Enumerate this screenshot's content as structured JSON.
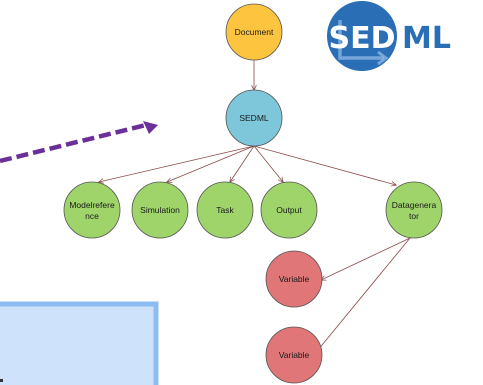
{
  "diagram": {
    "nodes": {
      "document": {
        "label": "Document",
        "color": "#fdc440"
      },
      "sedml": {
        "label": "SEDML",
        "color": "#7ec6d9"
      },
      "modelreference": {
        "label_lines": [
          "Modelrefere",
          "nce"
        ],
        "color": "#9fd46b"
      },
      "simulation": {
        "label": "Simulation",
        "color": "#9fd46b"
      },
      "task": {
        "label": "Task",
        "color": "#9fd46b"
      },
      "output": {
        "label": "Output",
        "color": "#9fd46b"
      },
      "datagenerator": {
        "label_lines": [
          "Datagenera",
          "tor"
        ],
        "color": "#9fd46b"
      },
      "variable_1": {
        "label": "Variable",
        "color": "#e07677"
      },
      "variable_2": {
        "label": "Variable",
        "color": "#e07677"
      }
    },
    "edge_color": "#8a4a4a",
    "pointer_color": "#6b2f9a"
  },
  "logo": {
    "text_left": "SED",
    "text_right": "ML",
    "circle_color": "#2a6eb5",
    "right_text_color": "#2a6eb5"
  },
  "panel": {
    "fill": "#cfe2fb",
    "border": "#8cbcf2"
  }
}
